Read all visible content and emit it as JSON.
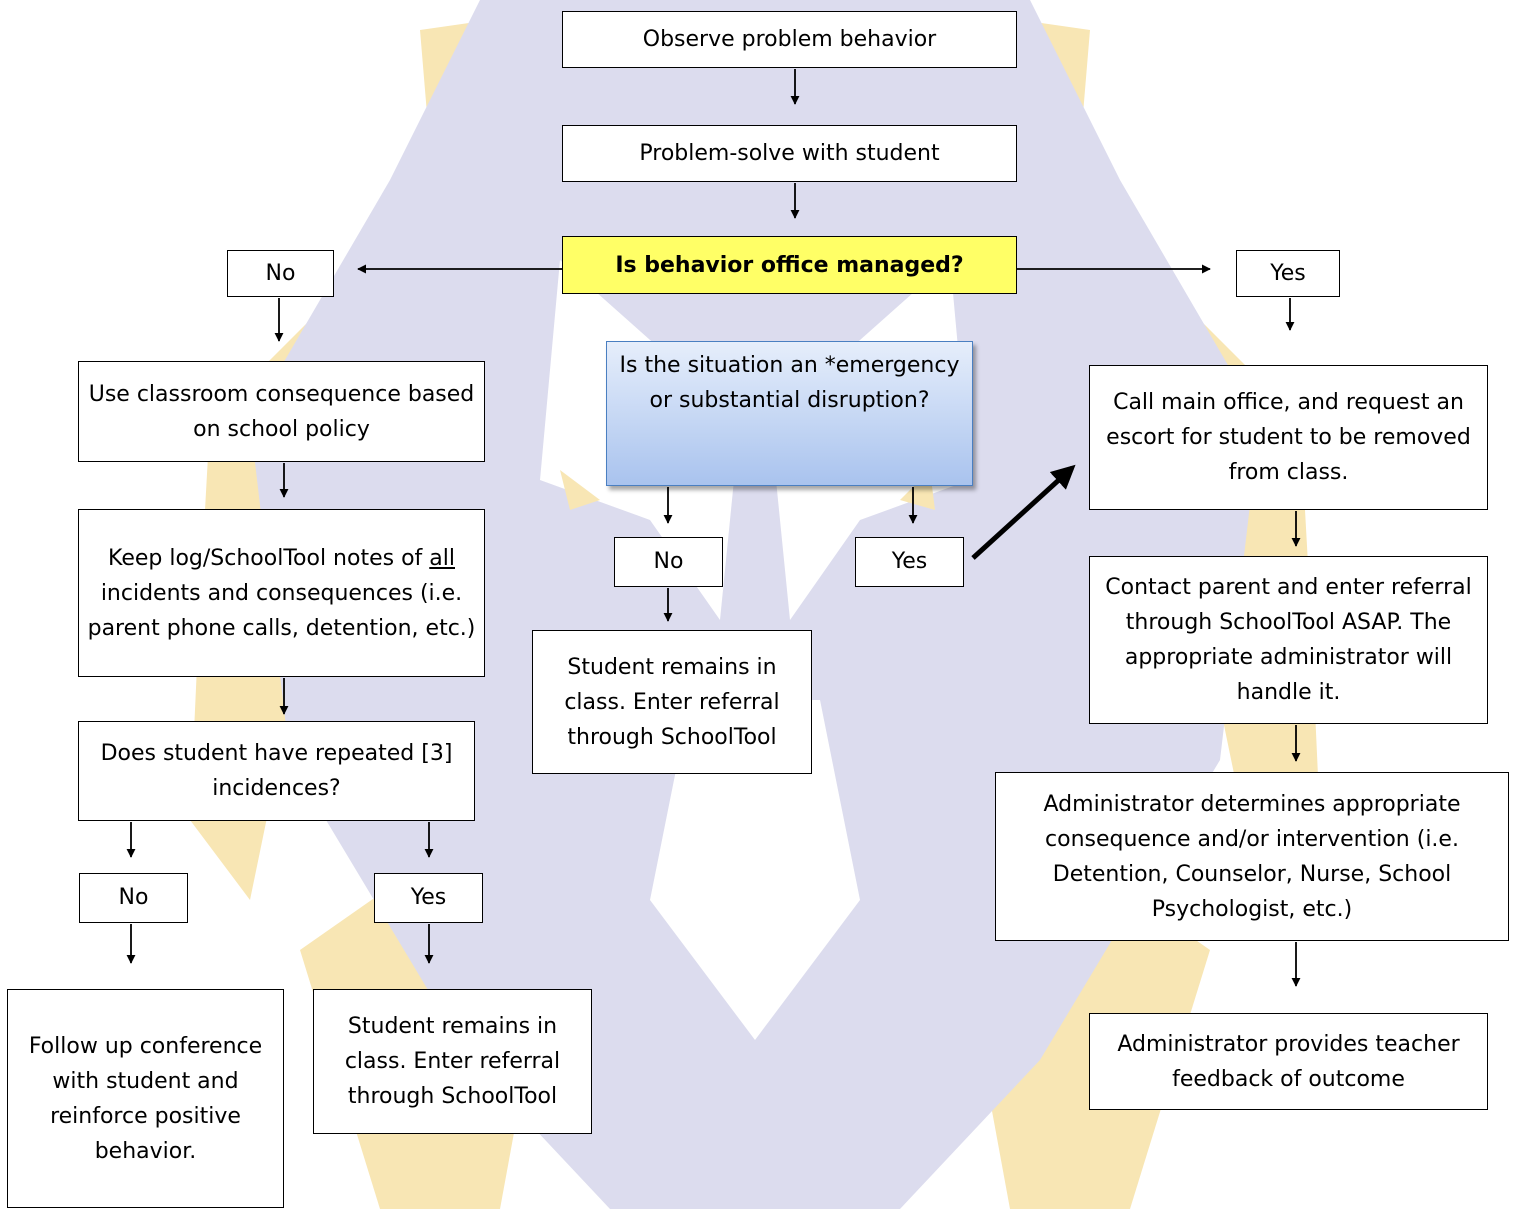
{
  "colors": {
    "watermark_purple": "#dcdcee",
    "watermark_gold": "#f8e6b4",
    "decision_yellow": "#ffff66",
    "decision_blue_border": "#4a7fc1"
  },
  "nodes": {
    "observe": "Observe problem behavior",
    "problem_solve": "Problem-solve with student",
    "office_managed_question": "Is behavior office managed?",
    "no_label_left": "No",
    "yes_label_right": "Yes",
    "classroom_consequence": "Use classroom consequence based on school policy",
    "keep_log": {
      "before": "Keep log/SchoolTool notes of ",
      "underlined": "all ",
      "after": "incidents and consequences (i.e. parent phone calls, detention, etc.)"
    },
    "repeated_question": "Does student have repeated [3] incidences?",
    "repeated_no": "No",
    "repeated_yes": "Yes",
    "follow_up": "Follow up conference with student and reinforce positive behavior.",
    "remains_left": "Student remains in class. Enter referral through SchoolTool",
    "emergency_question": "Is the situation an *emergency or substantial disruption?",
    "emergency_no": "No",
    "emergency_yes": "Yes",
    "remains_center": "Student remains in class. Enter referral through SchoolTool",
    "call_office": "Call main office, and request an escort for student to be removed from class.",
    "contact_parent": "Contact parent and enter referral through SchoolTool ASAP. The appropriate administrator will handle it.",
    "admin_determines": "Administrator determines appropriate consequence and/or intervention (i.e. Detention, Counselor, Nurse, School Psychologist, etc.)",
    "admin_feedback": "Administrator provides teacher feedback of outcome"
  }
}
